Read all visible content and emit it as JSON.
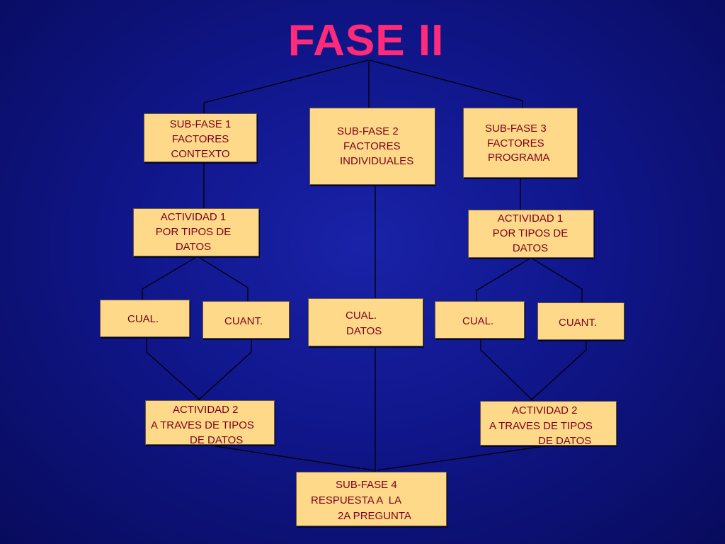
{
  "title": "FASE II",
  "colors": {
    "background": "#10168a",
    "title": "#ff2a7a",
    "box_fill": "#ffd98a",
    "box_text": "#7a0018",
    "connector": "#000000"
  },
  "boxes": {
    "subfase1": [
      "SUB-FASE 1",
      "FACTORES",
      "CONTEXTO"
    ],
    "subfase2": [
      "SUB-FASE 2",
      "FACTORES",
      "INDIVIDUALES"
    ],
    "subfase3": [
      "SUB-FASE 3",
      "FACTORES",
      "PROGRAMA"
    ],
    "actividad1_left": [
      "ACTIVIDAD 1",
      "POR TIPOS DE",
      "DATOS"
    ],
    "actividad1_right": [
      "ACTIVIDAD 1",
      "POR TIPOS DE",
      "DATOS"
    ],
    "cual_left": [
      "CUAL."
    ],
    "cuant_left": [
      "CUANT."
    ],
    "cual_datos": [
      "CUAL.",
      "DATOS"
    ],
    "cual_right": [
      "CUAL."
    ],
    "cuant_right": [
      "CUANT."
    ],
    "actividad2_left": [
      "ACTIVIDAD 2",
      "A TRAVES DE TIPOS",
      "DE DATOS"
    ],
    "actividad2_right": [
      "ACTIVIDAD 2",
      "A TRAVES DE TIPOS",
      "DE DATOS"
    ],
    "subfase4": [
      "SUB-FASE 4",
      "RESPUESTA A  LA",
      "2A PREGUNTA"
    ]
  }
}
